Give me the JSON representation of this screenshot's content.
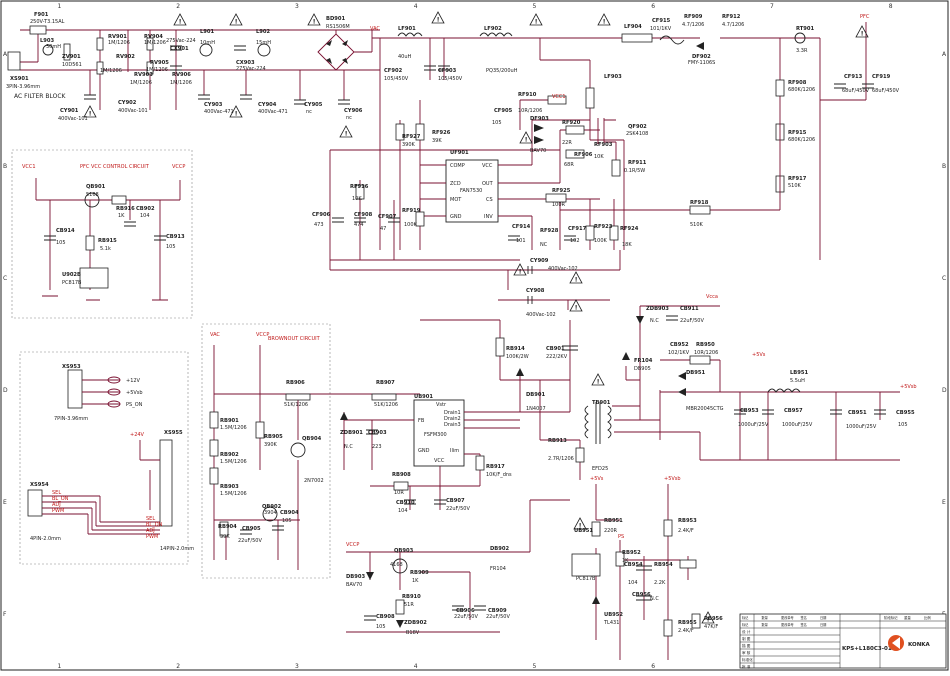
{
  "refs": {
    "xs901": "XS901",
    "xs901_val": "3PIN-3.96mm",
    "f901": "F901",
    "f901_val": "250V-T3.15AL",
    "l903": "L903",
    "l903_val": "30mH",
    "zv901": "ZV901",
    "zv901_val": "10D561",
    "rv901": "RV901",
    "rv901_val": "1M/1206",
    "rv902": "RV902",
    "rv902_val": "1M/1206",
    "rv903": "RV903",
    "rv903_val": "1M/1206",
    "rv904": "RV904",
    "rv904_val": "1M/1206",
    "rv905": "RV905",
    "rv905_val": "1M/1206",
    "rv906": "RV906",
    "rv906_val": "1M/1206",
    "cx901": "CX901",
    "cx901_val": "275Vac-224",
    "l901": "L901",
    "l901_val": "10mH",
    "l902": "L902",
    "l902_val": "15mH",
    "cx903": "CX903",
    "cx903_val": "275Vac-224",
    "bd901": "BD901",
    "bd901_val": "RS1506M",
    "vac": "VAC",
    "lf901": "LF901",
    "lf901_val": "40uH",
    "cf902": "CF902",
    "cf902_val": "105/450V",
    "cf903": "CF903",
    "cf903_val": "105/450V",
    "lf902": "LF902",
    "lf902_val": "PQ35/200uH",
    "cy901": "CY901",
    "cy901_val": "400Vac-101",
    "cy902": "CY902",
    "cy902_val": "400Vac-101",
    "cy903": "CY903",
    "cy903_val": "400Vac-471",
    "cy904": "CY904",
    "cy904_val": "400Vac-471",
    "cy905": "CY905",
    "cy905_val": "nc",
    "cy906": "CY906",
    "cy906_val": "nc",
    "filter_block": "AC FILTER BLOCK",
    "cf915": "CF915",
    "cf915_val": "101/1KV",
    "rf909": "RF909",
    "rf909_val": "4.7/1206",
    "rf912": "RF912",
    "rf912_val": "4.7/1206",
    "lf904": "LF904",
    "df902": "DF902",
    "df902_val": "FMY-1106S",
    "rt901": "RT901",
    "rt901_val": "3.3R",
    "pfc": "PFC",
    "cf913": "CF913",
    "cf913_val": "68uF/450V",
    "cf919": "CF919",
    "cf919_val": "68uF/450V",
    "rf908": "RF908",
    "rf908_val": "680K/1206",
    "rf915": "RF915",
    "rf915_val": "680K/1206",
    "rf917": "RF917",
    "rf917_val": "510K",
    "rf918": "RF918",
    "rf918_val": "510K",
    "lf903": "LF903",
    "rf927": "RF927",
    "rf927_val": "390K",
    "rf926": "RF926",
    "rf926_val": "39K",
    "uf901": "UF901",
    "uf901_val": "FAN7530",
    "cf905": "CF905",
    "cf905_val": "105",
    "rf910": "RF910",
    "rf910_val": "10R/1206",
    "vcc1": "VCC1",
    "df903": "DF903",
    "df903_val": "BAV70",
    "rf920": "RF920",
    "rf920_val": "22R",
    "rf906": "RF906",
    "rf906_val": "68R",
    "qf902": "QF902",
    "qf902_val": "2SK4108",
    "rf903": "RF903",
    "rf903_val": "10K",
    "rf911": "RF911",
    "rf911_val": "0.1R/5W",
    "rf916": "RF916",
    "rf916_val": "10K",
    "cf906": "CF906",
    "cf906_val": "473",
    "cf908": "CF908",
    "cf908_val": "474",
    "cf907": "CF907",
    "cf907_val": "47",
    "rf919": "RF919",
    "rf919_val": "100K",
    "rf925": "RF925",
    "rf925_val": "100R",
    "cf914": "CF914",
    "cf914_val": "101",
    "rf928": "RF928",
    "rf928_val": "NC",
    "cf917": "CF917",
    "cf917_val": "102",
    "rf923": "RF923",
    "rf923_val": "100K",
    "rf924": "RF924",
    "rf924_val": "18K",
    "pin_comp": "COMP",
    "pin_vcc": "VCC",
    "pin_zcd": "ZCD",
    "pin_out": "OUT",
    "pin_mot": "MOT",
    "pin_cs": "CS",
    "pin_gnd": "GND",
    "pin_inv": "INV",
    "vcc_ctrl": "PFC VCC CONTROL CIRCUIT",
    "vccp": "VCCP",
    "qb901": "QB901",
    "qb901_val": "5168",
    "rb916": "RB916",
    "rb916_val": "1K",
    "cb902": "CB902",
    "cb902_val": "104",
    "cb914": "CB914",
    "cb914_val": "105",
    "rb915": "RB915",
    "rb915_val": "5.1k",
    "cb913": "CB913",
    "cb913_val": "105",
    "u902b": "U902B",
    "u902b_val": "PC817B",
    "cy909": "CY909",
    "cy909_val": "400Vac-102",
    "cy908": "CY908",
    "cy908_val": "400Vac-102",
    "xs953": "XS953",
    "xs953_val": "7PIN-3.96mm",
    "p12v": "+12V",
    "p5vsb": "+5Vsb",
    "ps_on": "PS_ON",
    "xs954": "XS954",
    "xs954_val": "4PIN-2.0mm",
    "xs955": "XS955",
    "xs955_val": "14PIN-2.0mm",
    "p24v": "+24V",
    "sel": "SEL",
    "bl_on": "BL_ON",
    "adj": "ADJ",
    "pwm": "PWM",
    "brownout": "BROWNOUT CIRCUIT",
    "rb906": "RB906",
    "rb906_val": "51K/1206",
    "rb907": "RB907",
    "rb907_val": "51K/1206",
    "ub901": "UB901",
    "ub901_val": "FSFM300",
    "pin_fb": "FB",
    "pin_drain": "Drain1",
    "pin_drain2": "Drain2",
    "pin_drain3": "Drain3",
    "pin_vstr": "Vstr",
    "pin_gnd2": "GND",
    "pin_vcc2": "VCC",
    "pin_lim": "Ilim",
    "rb901": "RB901",
    "rb901_val": "1.5M/1206",
    "rb902": "RB902",
    "rb902_val": "1.5M/1206",
    "rb903": "RB903",
    "rb903_val": "1.5M/1206",
    "rb905": "RB905",
    "rb905_val": "390K",
    "qb904": "QB904",
    "qb904_val": "2N7002",
    "qb902": "QB902",
    "qb902_val": "3904",
    "rb904": "RB904",
    "rb904_val": "39K",
    "cb905": "CB905",
    "cb905_val": "22uF/50V",
    "cb904": "CB904",
    "cb904_val": "105",
    "zdb901": "ZDB901",
    "zdb901_val": "N.C",
    "cb903": "CB903",
    "cb903_val": "223",
    "rb908": "RB908",
    "rb908_val": "10R",
    "cb910": "CB910",
    "cb910_val": "104",
    "cb907": "CB907",
    "cb907_val": "22uF/50V",
    "rb917": "RB917",
    "rb917_val": "10K/F_dns",
    "rb914": "RB914",
    "rb914_val": "100K/2W",
    "cb901": "CB901",
    "cb901_val": "222/2KV",
    "db901": "DB901",
    "db901_val": "1N4007",
    "rb913": "RB913",
    "rb913_val": "2.7R/1206",
    "tb901": "TB901",
    "tb901_val": "EFD25",
    "zdb903": "ZDB903",
    "zdb903_val": "N.C",
    "vcca": "Vcca",
    "cb911": "CB911",
    "cb911_val": "22uF/50V",
    "cb952": "CB952",
    "cb952_val": "102/1KV",
    "rb950": "RB950",
    "rb950_val": "10R/1206",
    "fr104": "FR104",
    "db905": "DB905",
    "db951": "DB951",
    "db951_val": "MBR20045CTG",
    "p5vs": "+5Vs",
    "lb951": "LB951",
    "lb951_val": "5.5uH",
    "p5vsb2": "+5Vsb",
    "cb953": "CB953",
    "cb953_val": "1000uF/25V",
    "cb957": "CB957",
    "cb957_val": "1000uF/25V",
    "cb951": "CB951",
    "cb951_val": "1000uF/25V",
    "cb955": "CB955",
    "cb955_val": "105",
    "vccp2": "VCCP",
    "qb903": "QB903",
    "qb903_val": "4168",
    "db903": "DB903",
    "db903_val": "BAV70",
    "rb909": "RB909",
    "rb909_val": "1K",
    "rb910": "RB910",
    "rb910_val": "51R",
    "cb908": "CB908",
    "cb908_val": "105",
    "zdb902": "ZDB902",
    "zdb902_val": "B18V",
    "cb906": "CB906",
    "cb906_val": "22uF/50V",
    "cb909": "CB909",
    "cb909_val": "22uF/50V",
    "db902": "DB902",
    "db902_val": "FR104",
    "p5vs2": "+5Vs",
    "rb951": "RB951",
    "rb951_val": "220R",
    "ub951": "UB951",
    "ub951_val": "PC817B",
    "ps": "PS",
    "rb952": "RB952",
    "rb952_val": "1K",
    "cb954": "CB954",
    "cb954_val": "104",
    "rb954": "RB954",
    "rb954_val": "2.2K",
    "cb956": "CB956",
    "cb956_val": "N.C",
    "ub952": "UB952",
    "ub952_val": "TL431",
    "p5vsb3": "+5Vsb",
    "rb953": "RB953",
    "rb953_val": "2.4K/F",
    "rb955": "RB955",
    "rb955_val": "2.4K/F",
    "rb956": "RB956",
    "rb956_val": "47K/F"
  },
  "title_block": {
    "model": "KPS+L180C3-01",
    "brand": "KONKA",
    "hdr_cells": [
      "标记",
      "数量",
      "更改单号",
      "签名",
      "日期",
      "标记",
      "数量",
      "更改单号",
      "签名",
      "日期"
    ],
    "rows": [
      "设 计",
      "制 图",
      "描 图",
      "审 核",
      "标准化",
      "批 准"
    ],
    "small": [
      "阶段标记",
      "重量",
      "比例"
    ]
  },
  "grid": {
    "cols": [
      "1",
      "2",
      "3",
      "4",
      "5",
      "6",
      "7",
      "8"
    ],
    "rows": [
      "A",
      "B",
      "C",
      "D",
      "E",
      "F"
    ]
  }
}
